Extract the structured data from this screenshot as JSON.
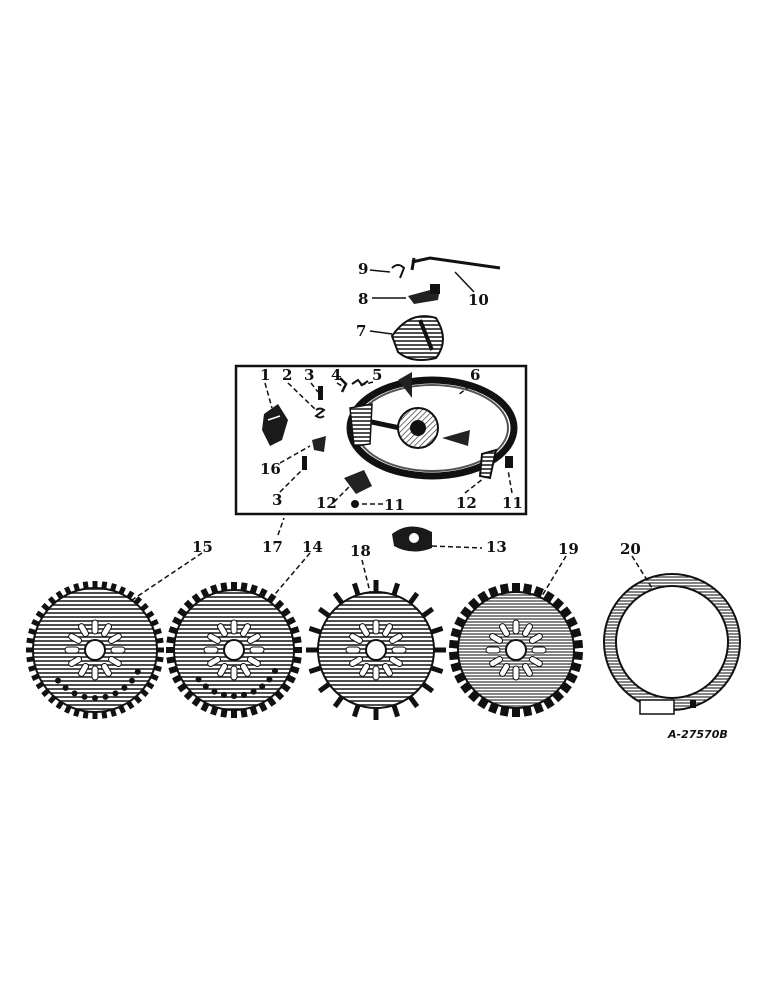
{
  "diagram": {
    "reference": "A-27570B",
    "callouts": {
      "c1": "1",
      "c2": "2",
      "c3a": "3",
      "c3b": "3",
      "c4": "4",
      "c5": "5",
      "c6": "6",
      "c7": "7",
      "c8": "8",
      "c9": "9",
      "c10": "10",
      "c11a": "11",
      "c11b": "11",
      "c12a": "12",
      "c12b": "12",
      "c13": "13",
      "c14": "14",
      "c15": "15",
      "c16": "16",
      "c17": "17",
      "c18": "18",
      "c19": "19",
      "c20": "20"
    }
  }
}
